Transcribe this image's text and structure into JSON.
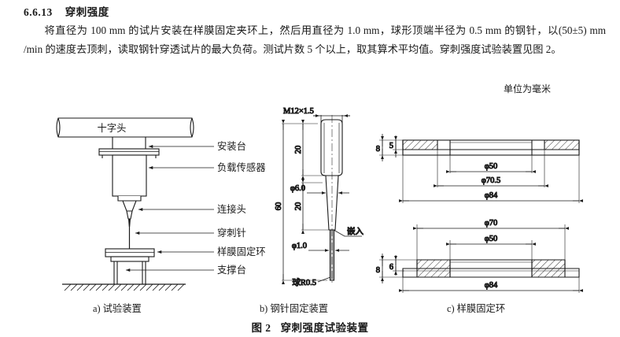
{
  "section": {
    "number": "6.6.13",
    "title": "穿刺强度"
  },
  "paragraph": "将直径为 100 mm 的试片安装在样膜固定夹环上，然后用直径为 1.0 mm，球形顶端半径为 0.5 mm 的钢针，以(50±5) mm /min 的速度去顶刺，读取钢针穿透试片的最大负荷。测试片数 5 个以上，取其算术平均值。穿刺强度试验装置见图 2。",
  "unit_note": "单位为毫米",
  "figure": {
    "caption_label": "图 2",
    "caption_title": "穿刺强度试验装置",
    "sub_captions": {
      "a": "a) 试验装置",
      "b": "b) 钢针固定装置",
      "c": "c) 样膜固定环"
    }
  },
  "diagram_a": {
    "name": "试验装置",
    "crosshead_label": "十字头",
    "callouts": [
      "安装台",
      "负载传感器",
      "连接头",
      "穿刺针",
      "样膜固定环",
      "支撑台"
    ]
  },
  "diagram_b": {
    "name": "钢针固定装置",
    "thread_spec": "M12×1.5",
    "dims": {
      "total_length": "60",
      "upper_section": "20",
      "taper_section": "20",
      "shank_dia": "φ6.0",
      "needle_dia": "φ1.0",
      "tip_radius": "球R0.5"
    },
    "note": "嵌入"
  },
  "diagram_c": {
    "name": "样膜固定环",
    "top_ring": {
      "thickness_outer": "8",
      "thickness_step": "5",
      "bore": "φ50",
      "recess": "φ70.5",
      "outer": "φ84"
    },
    "bottom_ring": {
      "thickness_outer": "8",
      "thickness_step": "6",
      "boss": "φ70",
      "bore": "φ50",
      "outer": "φ84"
    }
  },
  "colors": {
    "ink": "#1a1a1a",
    "line": "#333333",
    "thin": "#555555",
    "page_bg": "#ffffff"
  }
}
